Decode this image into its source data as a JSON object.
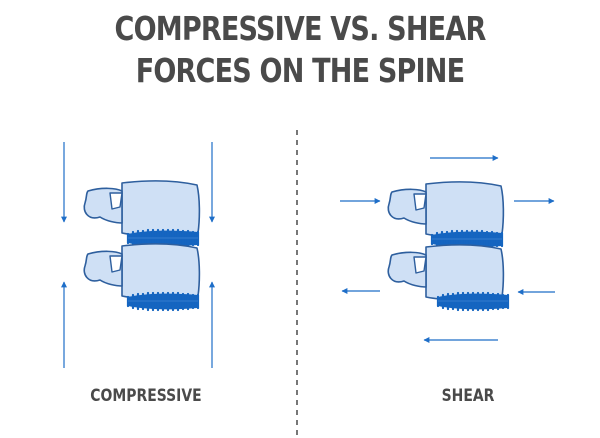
{
  "title": {
    "line1": "COMPRESSIVE VS. SHEAR",
    "line2": "FORCES ON THE SPINE"
  },
  "panels": {
    "left": {
      "label": "COMPRESSIVE"
    },
    "right": {
      "label": "SHEAR"
    }
  },
  "colors": {
    "title_text": "#4a4a4a",
    "vertebra_fill": "#cfe0f5",
    "vertebra_stroke": "#2e5f9e",
    "disc": "#1565c0",
    "arrow": "#1e6ec8",
    "divider": "#555555"
  }
}
